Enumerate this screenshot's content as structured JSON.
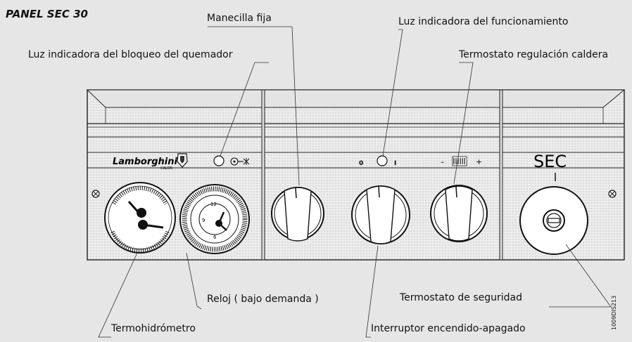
{
  "title": "PANEL SEC 30",
  "labels": {
    "fixed_handle": "Manecilla fija",
    "operation_light": "Luz indicadora del funcionamiento",
    "burner_block_light": "Luz indicadora del bloqueo del quemador",
    "boiler_thermostat": "Termostato regulación caldera",
    "clock": "Reloj ( bajo demanda )",
    "safety_thermostat": "Termostato de seguridad",
    "thermohydrometer": "Termohidrómetro",
    "power_switch": "Interruptor encendido-apagado"
  },
  "panel": {
    "brand": "Lamborghini",
    "brand_sub": "CALOR",
    "switch_off": "0",
    "switch_on": "I",
    "minus": "–",
    "plus": "+",
    "sec": "SEC",
    "clock_12": "12",
    "clock_9": "9",
    "clock_6": "6"
  },
  "doc_id": "1009DIS213"
}
